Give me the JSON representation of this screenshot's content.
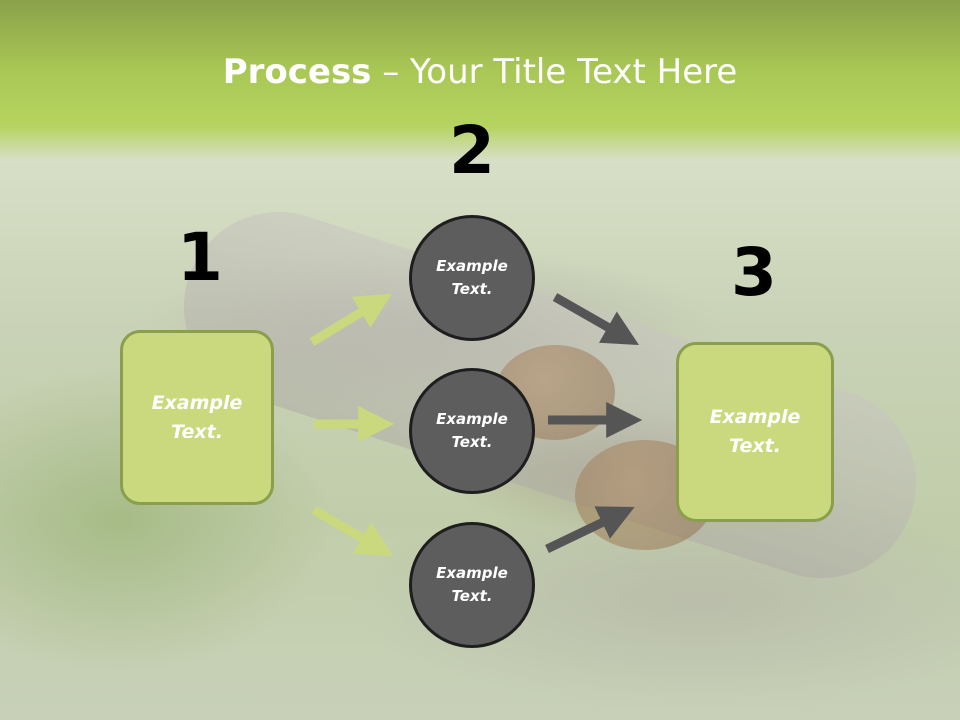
{
  "title": {
    "bold": "Process",
    "rest": " – Your Title Text Here"
  },
  "steps": {
    "one": "1",
    "two": "2",
    "three": "3"
  },
  "boxes": {
    "left": "Example\nText.",
    "right": "Example\nText."
  },
  "circles": [
    "Example\nText.",
    "Example\nText.",
    "Example\nText."
  ],
  "colors": {
    "box_fill": "#cad97e",
    "box_border": "#8a9e4c",
    "circle_fill": "#5d5d5d",
    "green_arrow": "#cad97e",
    "dark_arrow": "#555555"
  }
}
